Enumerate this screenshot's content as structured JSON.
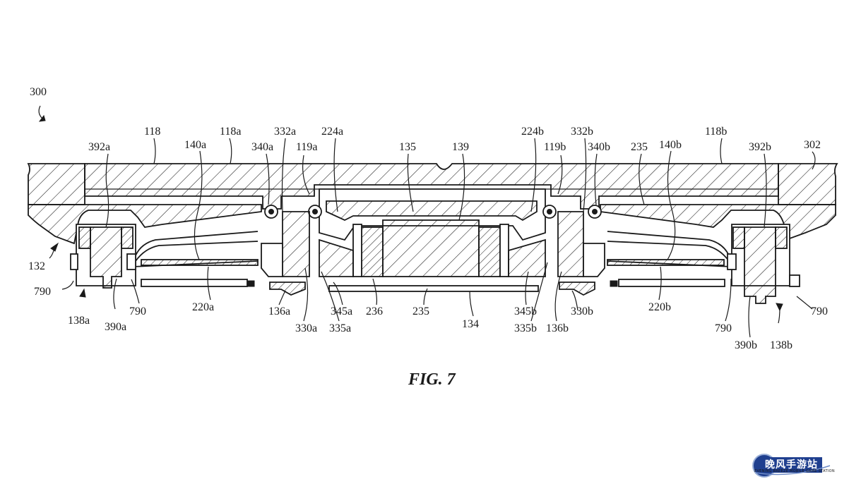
{
  "figure": {
    "caption": "FIG. 7"
  },
  "labels": {
    "l300": "300",
    "l118": "118",
    "l118a": "118a",
    "l332a": "332a",
    "l224a": "224a",
    "l224b": "224b",
    "l332b": "332b",
    "l118b": "118b",
    "l302": "302",
    "l392a": "392a",
    "l140a": "140a",
    "l340a": "340a",
    "l119a": "119a",
    "l135": "135",
    "l139": "139",
    "l119b": "119b",
    "l340b": "340b",
    "l235top": "235",
    "l140b": "140b",
    "l392b": "392b",
    "l132": "132",
    "l790a": "790",
    "l138a": "138a",
    "l390a": "390a",
    "l790b": "790",
    "l220a": "220a",
    "l136a": "136a",
    "l330a": "330a",
    "l335a": "335a",
    "l345a": "345a",
    "l236": "236",
    "l235": "235",
    "l134": "134",
    "l345b": "345b",
    "l335b": "335b",
    "l136b": "136b",
    "l330b": "330b",
    "l220b": "220b",
    "l790c": "790",
    "l390b": "390b",
    "l138b": "138b",
    "l790d": "790"
  },
  "watermark": {
    "title": "晚风手游站",
    "subtitle": "EVENING BREEZE MOBILE GAME STATION"
  },
  "colors": {
    "ink": "#1a1a1a",
    "watermark_blue": "#1f3f8f"
  }
}
